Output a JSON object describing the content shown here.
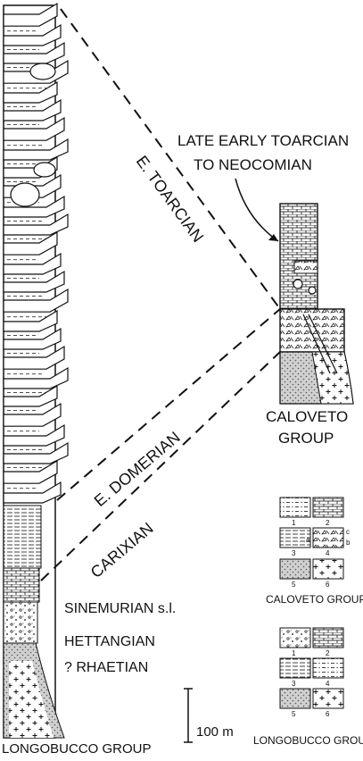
{
  "figure": {
    "colors": {
      "ink": "#111111",
      "paper": "#ffffff",
      "stipple": "#9a9a9a"
    },
    "stratigraphy": {
      "e_toarcian": "E. TOARCIAN",
      "e_domerian": "E. DOMERIAN",
      "carixian": "CARIXIAN",
      "sinemurian": "SINEMURIAN s.l.",
      "hettangian": "HETTANGIAN",
      "rhaetian": "? RHAETIAN"
    },
    "annotation": {
      "line1": "LATE EARLY TOARCIAN",
      "line2": "TO NEOCOMIAN"
    },
    "caloveto_column": {
      "label_line1": "CALOVETO",
      "label_line2": "GROUP"
    },
    "longobucco_column": {
      "label": "LONGOBUCCO GROUP"
    },
    "scale_bar": {
      "label": "100 m"
    },
    "legend_caloveto": {
      "title": "CALOVETO GROUP",
      "items": [
        {
          "num": "1",
          "pattern": "dashed-shale"
        },
        {
          "num": "2",
          "pattern": "limestone-brick"
        },
        {
          "num": "3",
          "pattern": "marl-lines"
        },
        {
          "num": "4",
          "pattern": "breccia",
          "subs": [
            "a",
            "b",
            "c"
          ]
        },
        {
          "num": "5",
          "pattern": "stipple-sandstone"
        },
        {
          "num": "6",
          "pattern": "crosses-basement"
        }
      ]
    },
    "legend_longobucco": {
      "title": "LONGOBUCCO GROUP",
      "items": [
        {
          "num": "1",
          "pattern": "conglomerate"
        },
        {
          "num": "2",
          "pattern": "limestone-brick"
        },
        {
          "num": "3",
          "pattern": "shale-lines"
        },
        {
          "num": "4",
          "pattern": "marl-dash"
        },
        {
          "num": "5",
          "pattern": "stipple-sandstone"
        },
        {
          "num": "6",
          "pattern": "crosses-basement"
        }
      ]
    }
  }
}
